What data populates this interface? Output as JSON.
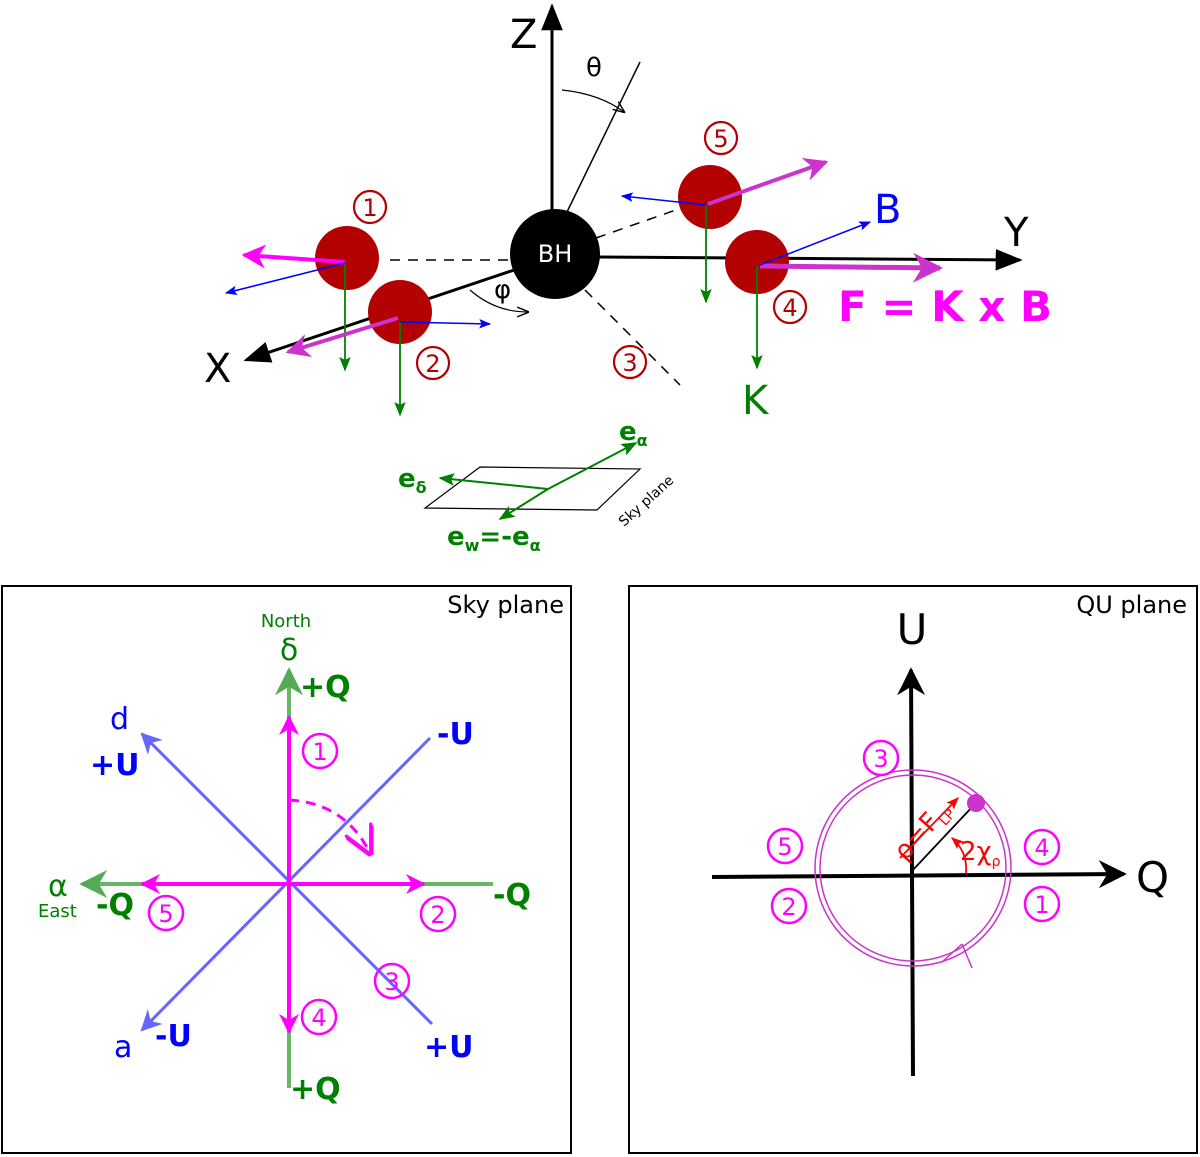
{
  "colors": {
    "black": "#000000",
    "red_sphere": "#b30000",
    "dark_red": "#b30000",
    "magenta": "#ff00ff",
    "purple": "#cc33cc",
    "blue": "#0000ff",
    "light_blue": "#6666ff",
    "green": "#008000",
    "light_green": "#66b866",
    "red_text": "#ff0000"
  },
  "top": {
    "axis_z": "Z",
    "axis_y": "Y",
    "axis_x": "X",
    "theta": "θ",
    "phi": "φ",
    "bh": "BH",
    "label_b": "B",
    "label_k": "K",
    "formula": "F = K x B",
    "blobs": [
      "1",
      "2",
      "3",
      "4",
      "5"
    ],
    "sky_inset": {
      "e_alpha": "e",
      "e_alpha_sub": "α",
      "e_delta": "e",
      "e_delta_sub": "δ",
      "e_w": "e",
      "e_w_sub": "w",
      "e_w_rest": "=-e",
      "e_w_rest_sub": "α",
      "plane_label": "Sky plane"
    }
  },
  "sky_panel": {
    "title": "Sky plane",
    "north": "North",
    "delta": "δ",
    "plus_q_top": "+Q",
    "minus_u_ne": "-U",
    "d_label": "d",
    "plus_u_nw": "+U",
    "alpha": "α",
    "east": "East",
    "minus_q_left": "-Q",
    "minus_q_right": "-Q",
    "a_label": "a",
    "minus_u_sw": "-U",
    "plus_u_se": "+U",
    "plus_q_bottom": "+Q",
    "positions": [
      "1",
      "2",
      "3",
      "4",
      "5"
    ]
  },
  "qu_panel": {
    "title": "QU plane",
    "axis_u": "U",
    "axis_q": "Q",
    "rho_label": "ρ=F",
    "rho_sub": "LP",
    "chi_label": "2χ",
    "chi_sub": "ρ",
    "positions": [
      "3",
      "5",
      "4",
      "2",
      "1"
    ]
  }
}
